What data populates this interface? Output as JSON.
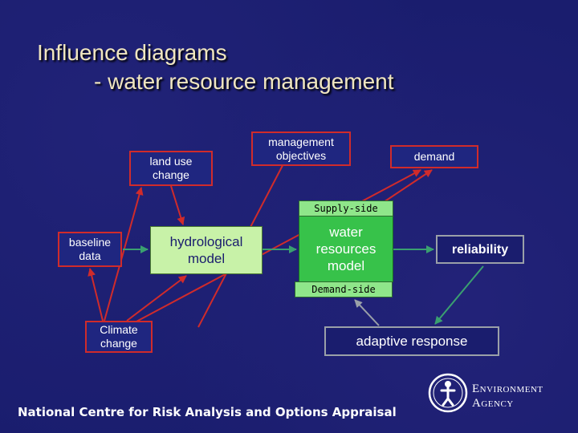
{
  "title": {
    "line1": "Influence diagrams",
    "line2": "- water resource management"
  },
  "nodes": {
    "land_use": "land use change",
    "management_objectives": "management objectives",
    "demand": "demand",
    "baseline_data": "baseline data",
    "hydrological_model": "hydrological model",
    "water_resources_model": "water resources model",
    "supply_side": "Supply-side",
    "demand_side": "Demand-side",
    "reliability": "reliability",
    "climate_change": "Climate change",
    "adaptive_response": "adaptive response"
  },
  "footer": "National Centre for Risk Analysis and Options Appraisal",
  "logo": {
    "word1": "Environment",
    "word2": "Agency",
    "icon": "environment-agency-emblem-icon"
  },
  "colors": {
    "background": "#1a1d6e",
    "title": "#f0e6c0",
    "red_arrow": "#d02b2b",
    "green_arrow": "#3aa070",
    "grey_arrow": "#9aa0a8",
    "hydro_box": "#c8f2a8",
    "water_box": "#37c24a"
  }
}
